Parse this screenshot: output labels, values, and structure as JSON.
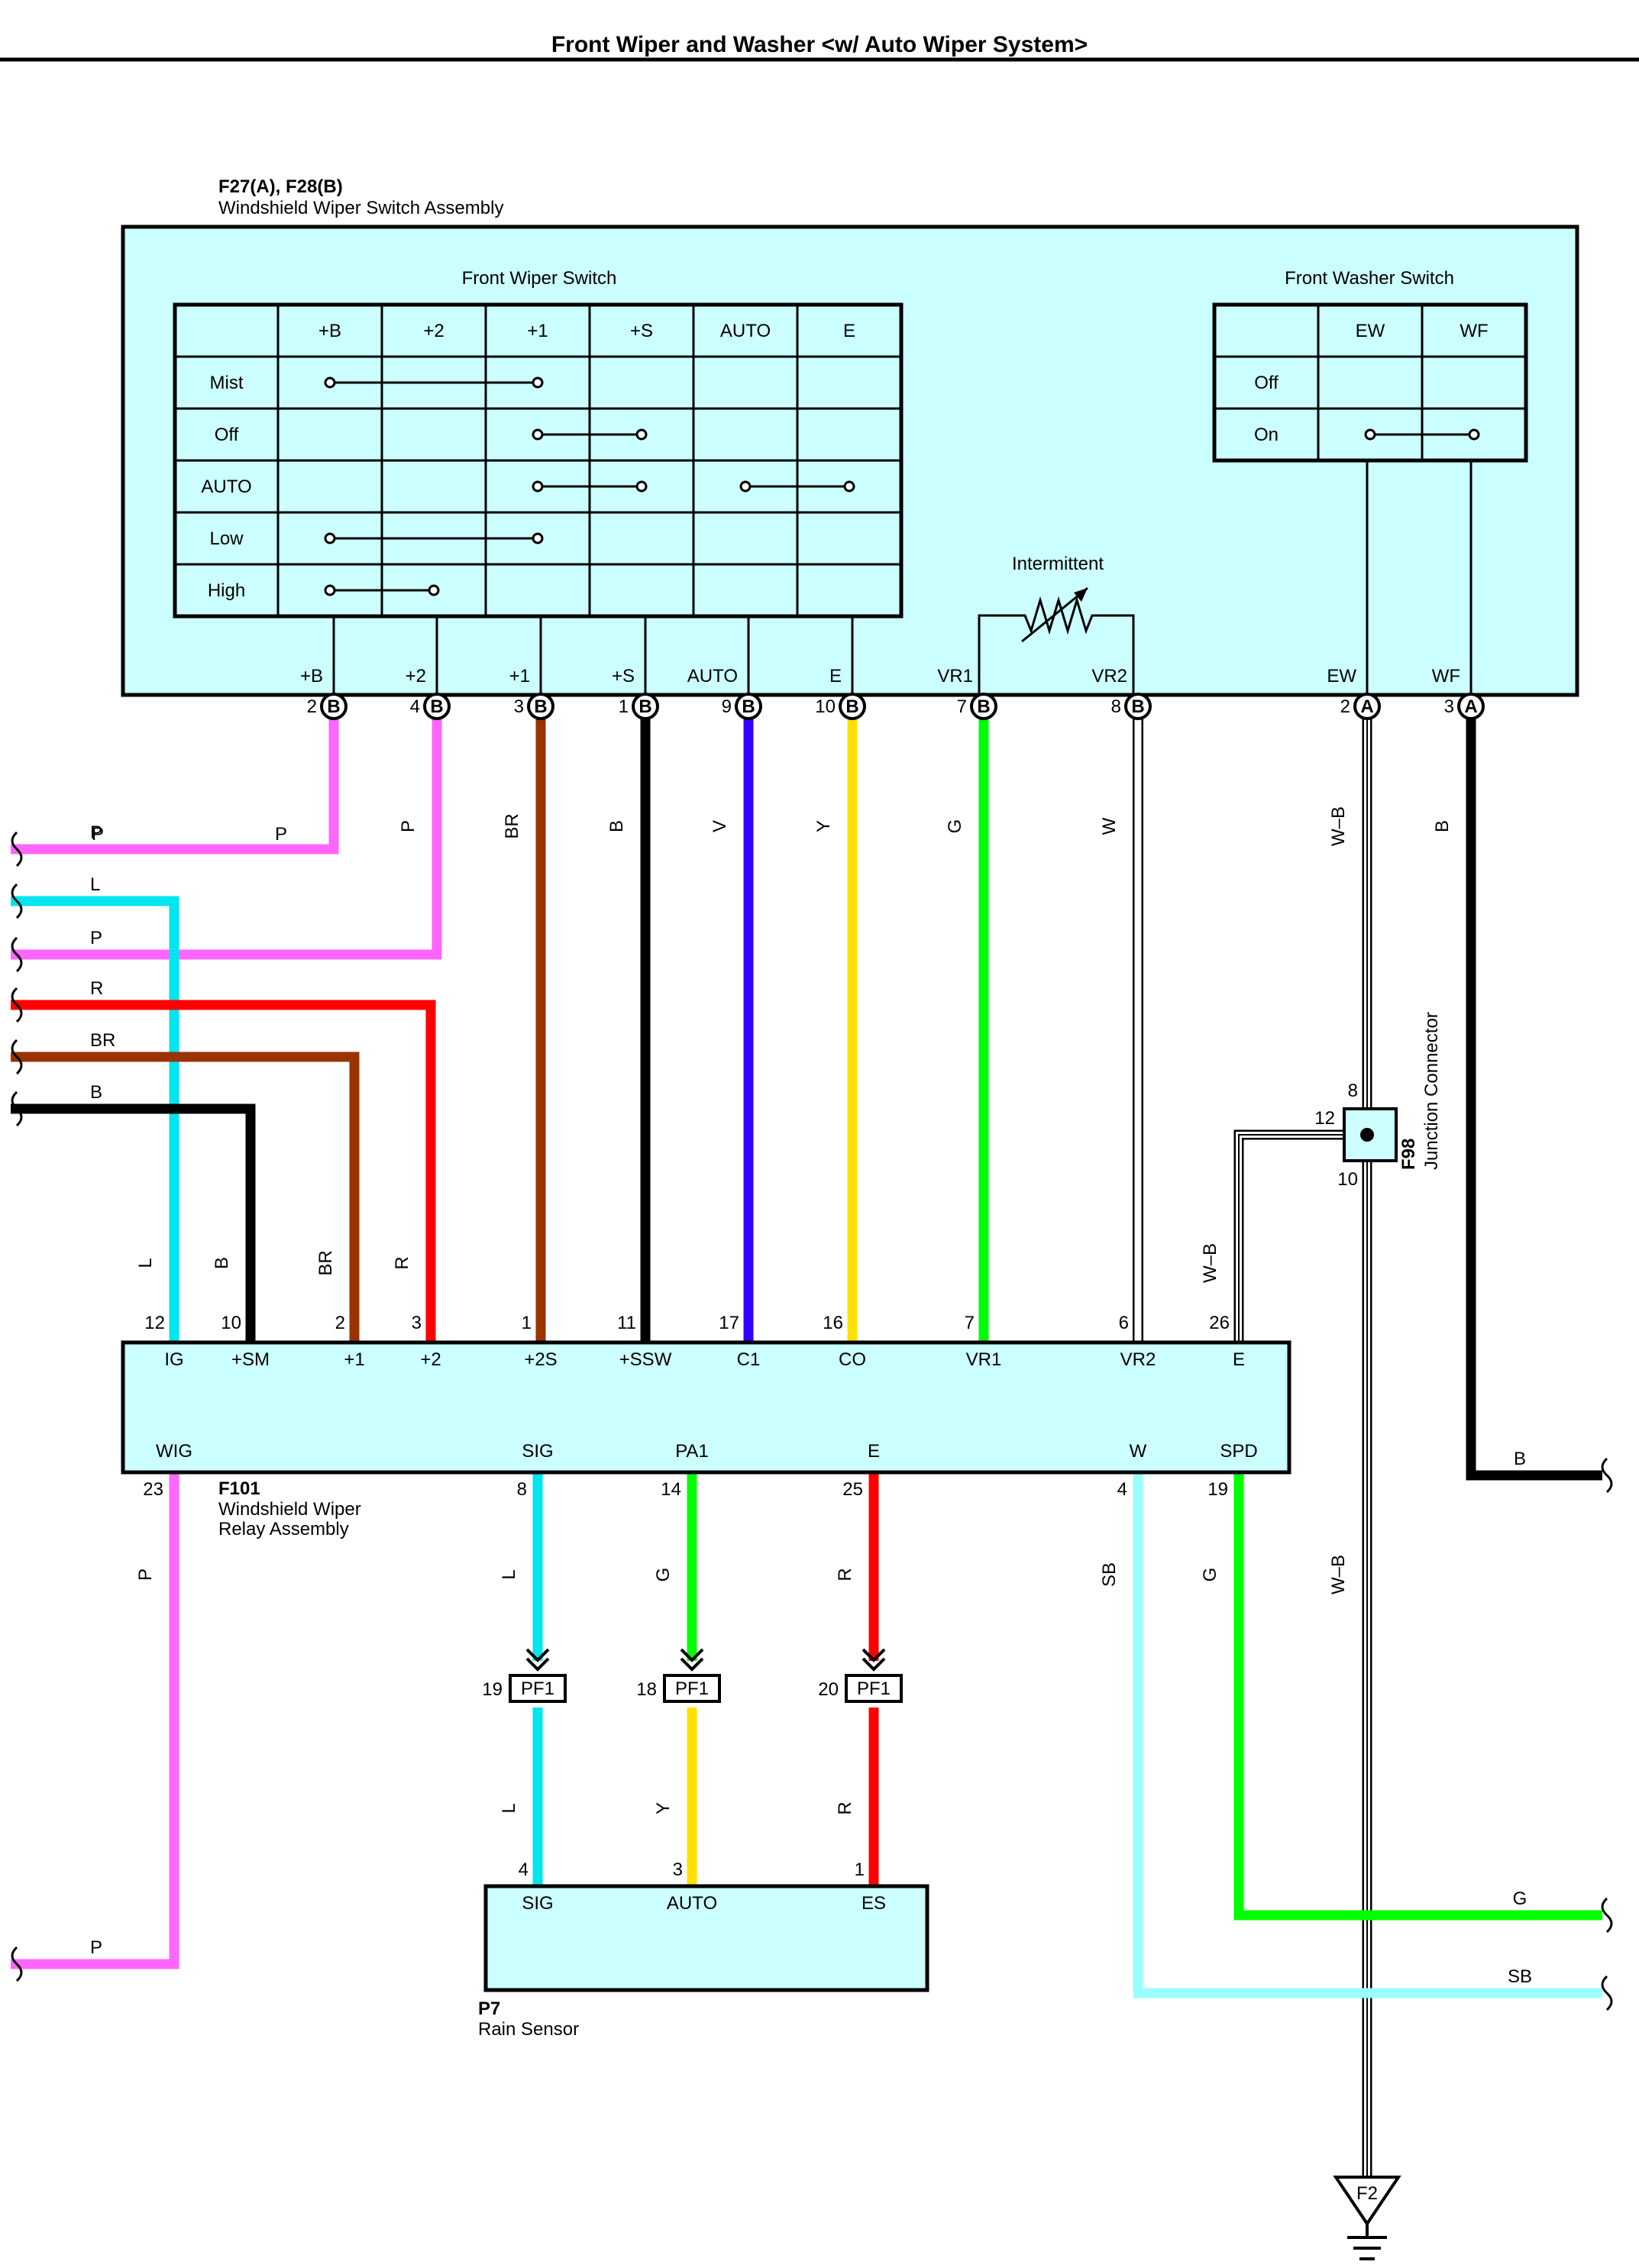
{
  "title": "Front Wiper and Washer <w/ Auto Wiper System>",
  "colors": {
    "P": "#ff66ff",
    "L": "#00e5ee",
    "R": "#ff0000",
    "BR": "#993300",
    "B": "#000000",
    "V": "#3300ff",
    "Y": "#ffe000",
    "G": "#00ff00",
    "W": "#ffffff",
    "SB": "#99ffff",
    "box_fill": "#ccffff"
  },
  "switch_assembly": {
    "code": "F27(A), F28(B)",
    "name": "Windshield Wiper Switch Assembly",
    "wiper_switch": {
      "title": "Front Wiper Switch",
      "columns": [
        "+B",
        "+2",
        "+1",
        "+S",
        "AUTO",
        "E"
      ],
      "rows": [
        "Mist",
        "Off",
        "AUTO",
        "Low",
        "High"
      ]
    },
    "washer_switch": {
      "title": "Front Washer Switch",
      "columns": [
        "EW",
        "WF"
      ],
      "rows": [
        "Off",
        "On"
      ]
    },
    "intermittent_label": "Intermittent",
    "pins": [
      {
        "name": "+B",
        "num": "2",
        "conn": "B"
      },
      {
        "name": "+2",
        "num": "4",
        "conn": "B"
      },
      {
        "name": "+1",
        "num": "3",
        "conn": "B"
      },
      {
        "name": "+S",
        "num": "1",
        "conn": "B"
      },
      {
        "name": "AUTO",
        "num": "9",
        "conn": "B"
      },
      {
        "name": "E",
        "num": "10",
        "conn": "B"
      },
      {
        "name": "VR1",
        "num": "7",
        "conn": "B"
      },
      {
        "name": "VR2",
        "num": "8",
        "conn": "B"
      },
      {
        "name": "EW",
        "num": "2",
        "conn": "A"
      },
      {
        "name": "WF",
        "num": "3",
        "conn": "A"
      }
    ]
  },
  "switch_wire_colors": [
    "P",
    "P",
    "BR",
    "B",
    "V",
    "Y",
    "G",
    "W",
    "W–B",
    "B"
  ],
  "left_inputs": [
    "P",
    "P",
    "L",
    "P",
    "R",
    "BR",
    "B"
  ],
  "relay": {
    "code": "F101",
    "name_line1": "Windshield Wiper",
    "name_line2": "Relay Assembly",
    "top_pins": [
      {
        "name": "IG",
        "num": "12",
        "wire": "L"
      },
      {
        "name": "+SM",
        "num": "10",
        "wire": "B"
      },
      {
        "name": "+1",
        "num": "2",
        "wire": "BR"
      },
      {
        "name": "+2",
        "num": "3",
        "wire": "R"
      },
      {
        "name": "+2S",
        "num": "1",
        "wire": ""
      },
      {
        "name": "+SSW",
        "num": "11",
        "wire": ""
      },
      {
        "name": "C1",
        "num": "17",
        "wire": ""
      },
      {
        "name": "CO",
        "num": "16",
        "wire": ""
      },
      {
        "name": "VR1",
        "num": "7",
        "wire": ""
      },
      {
        "name": "VR2",
        "num": "6",
        "wire": ""
      },
      {
        "name": "E",
        "num": "26",
        "wire": "W–B"
      }
    ],
    "bottom_pins": [
      {
        "name": "WIG",
        "num": "23",
        "wire": "P"
      },
      {
        "name": "SIG",
        "num": "8",
        "wire": "L"
      },
      {
        "name": "PA1",
        "num": "14",
        "wire": "G"
      },
      {
        "name": "E",
        "num": "25",
        "wire": "R"
      },
      {
        "name": "W",
        "num": "4",
        "wire": "SB"
      },
      {
        "name": "SPD",
        "num": "19",
        "wire": "G"
      }
    ]
  },
  "junction": {
    "code": "F98",
    "name": "Junction Connector",
    "pins": [
      "8",
      "12",
      "10"
    ],
    "wire_color": "W–B"
  },
  "pf1": {
    "label": "PF1",
    "pins": [
      "19",
      "18",
      "20"
    ],
    "lower_wires": [
      "L",
      "Y",
      "R"
    ]
  },
  "rain_sensor": {
    "code": "P7",
    "name": "Rain Sensor",
    "pins": [
      {
        "name": "SIG",
        "num": "4"
      },
      {
        "name": "AUTO",
        "num": "3"
      },
      {
        "name": "ES",
        "num": "1"
      }
    ]
  },
  "right_outputs": [
    "B",
    "G",
    "SB"
  ],
  "bottom_left_output": "P",
  "ground": {
    "label": "F2"
  }
}
